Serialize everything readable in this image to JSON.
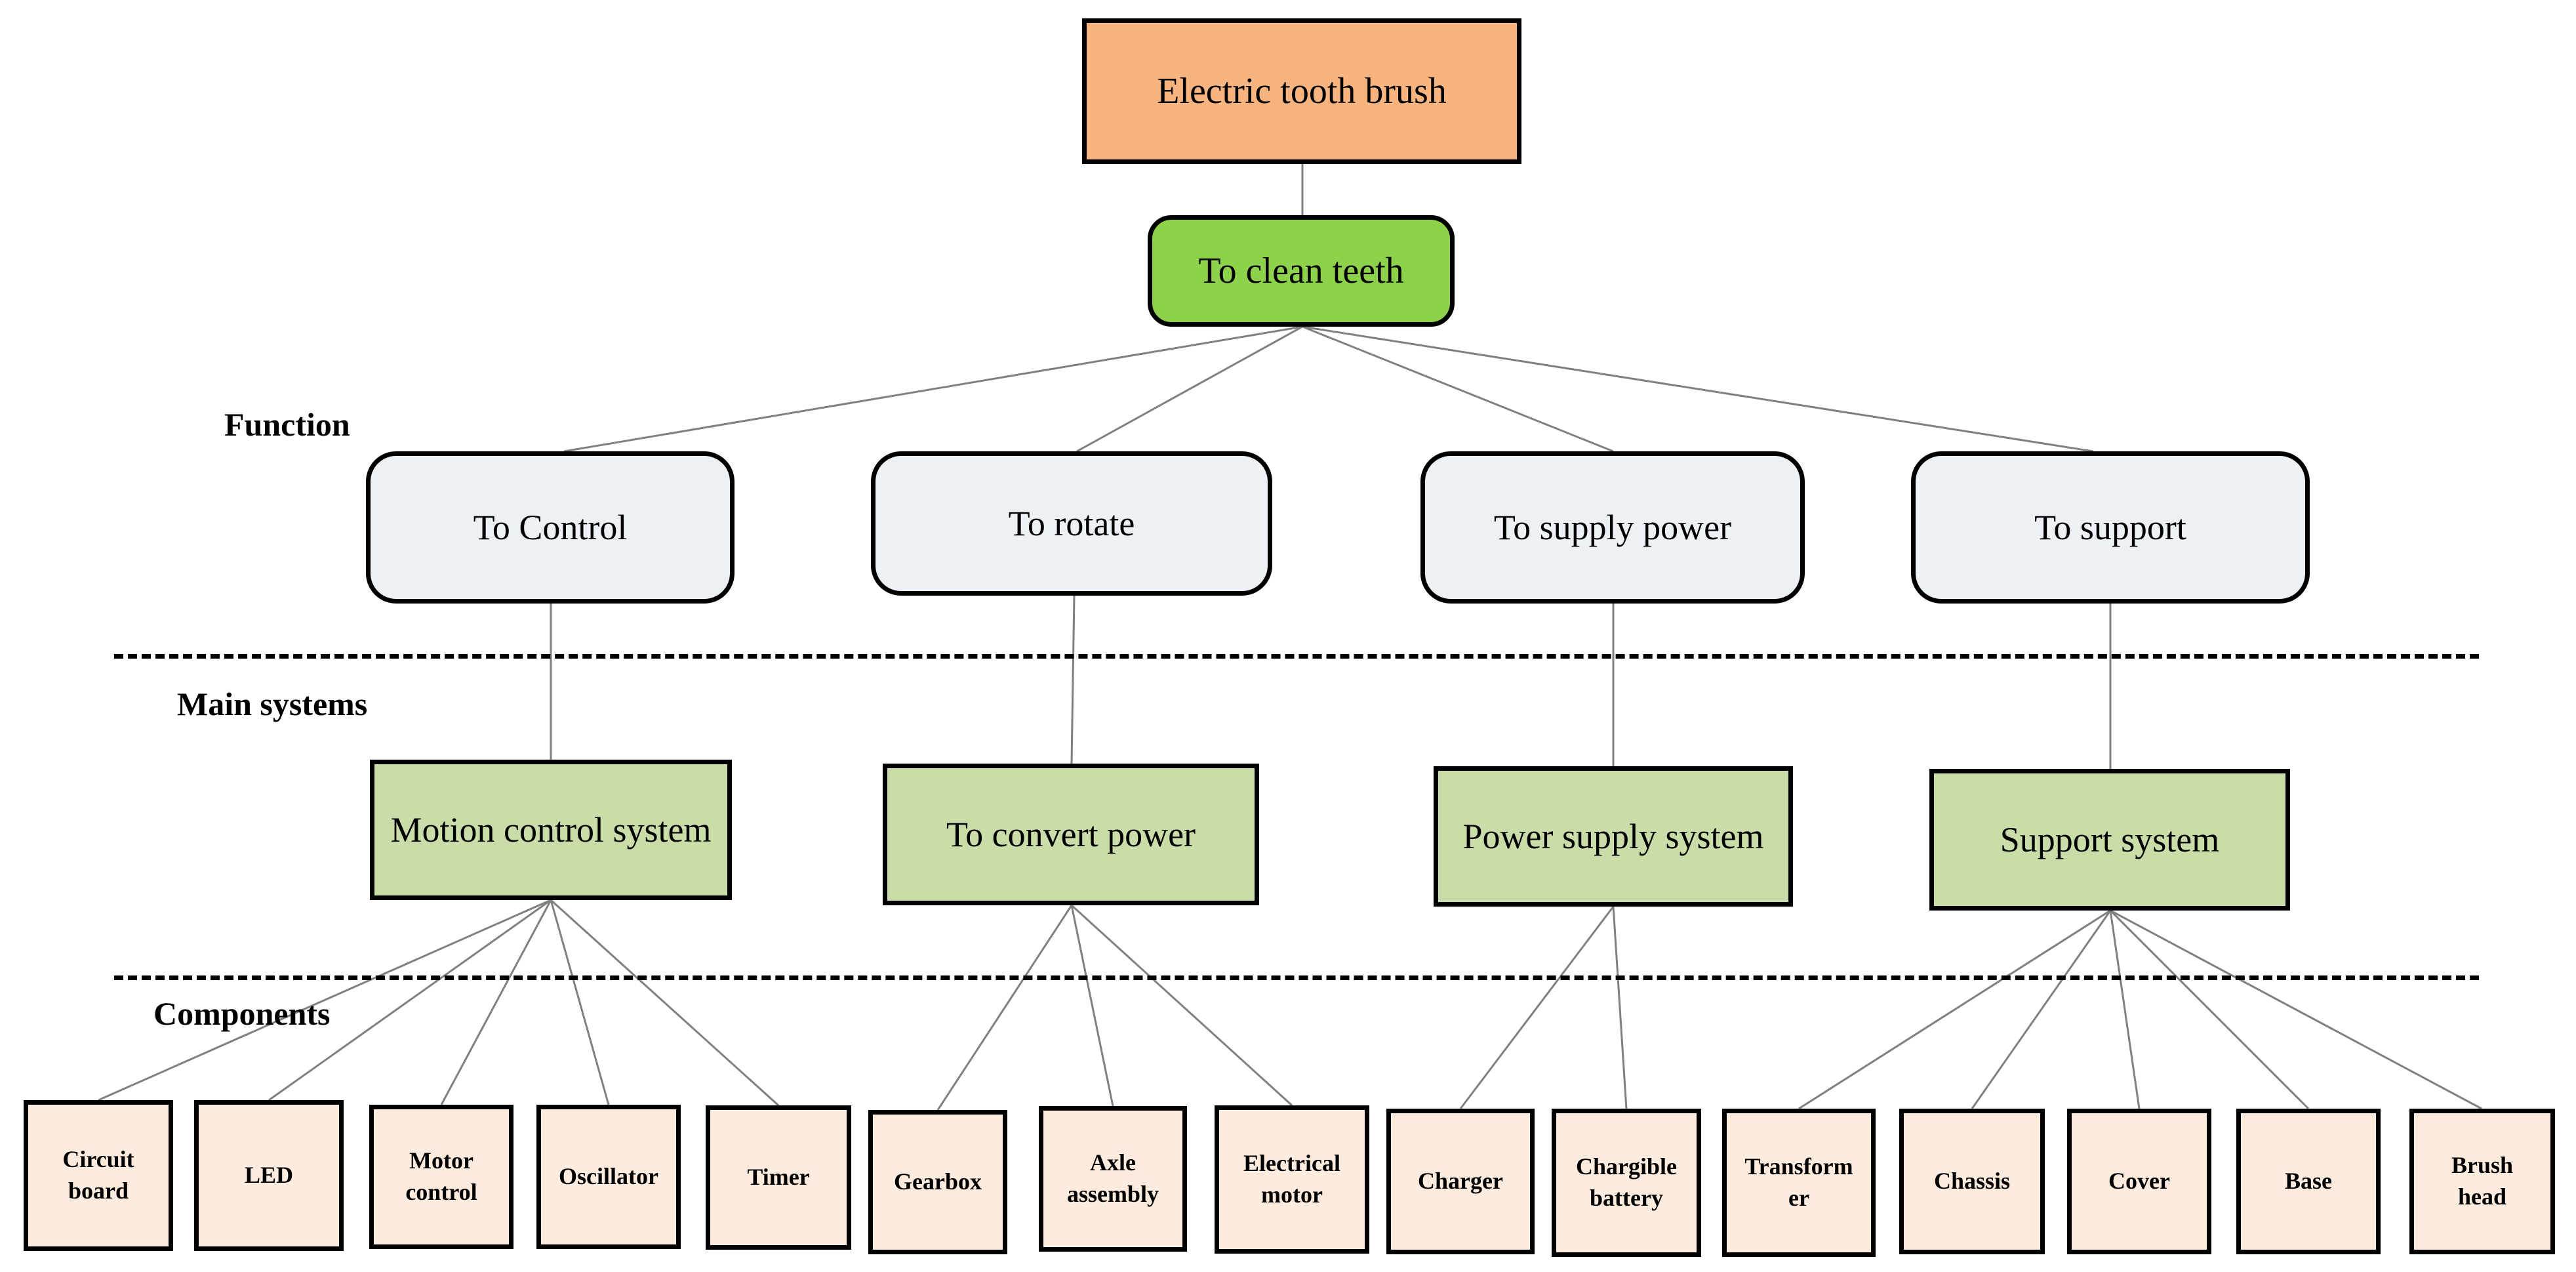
{
  "colors": {
    "root_fill": "#f8b47e",
    "goal_fill": "#8ed14b",
    "function_fill": "#edf0f5",
    "system_fill": "#cadca7",
    "component_fill": "#fdebde",
    "border": "#000000",
    "connector": "#808080"
  },
  "levels": {
    "function": "Function",
    "main_systems": "Main systems",
    "components": "Components"
  },
  "root": {
    "label": "Electric tooth brush"
  },
  "goal": {
    "label": "To clean teeth"
  },
  "functions": [
    {
      "label": "To Control"
    },
    {
      "label": "To rotate"
    },
    {
      "label": "To supply power"
    },
    {
      "label": "To support"
    }
  ],
  "systems": [
    {
      "label": "Motion control system"
    },
    {
      "label": "To convert power"
    },
    {
      "label": "Power supply system"
    },
    {
      "label": "Support system"
    }
  ],
  "components": [
    {
      "line1": "Circuit",
      "line2": "board"
    },
    {
      "line1": "LED",
      "line2": ""
    },
    {
      "line1": "Motor",
      "line2": "control"
    },
    {
      "line1": "Oscillator",
      "line2": ""
    },
    {
      "line1": "Timer",
      "line2": ""
    },
    {
      "line1": "Gearbox",
      "line2": ""
    },
    {
      "line1": "Axle",
      "line2": "assembly"
    },
    {
      "line1": "Electrical",
      "line2": "motor"
    },
    {
      "line1": "Charger",
      "line2": ""
    },
    {
      "line1": "Chargible",
      "line2": "battery"
    },
    {
      "line1": "Transform",
      "line2": "er"
    },
    {
      "line1": "Chassis",
      "line2": ""
    },
    {
      "line1": "Cover",
      "line2": ""
    },
    {
      "line1": "Base",
      "line2": ""
    },
    {
      "line1": "Brush",
      "line2": "head"
    }
  ]
}
